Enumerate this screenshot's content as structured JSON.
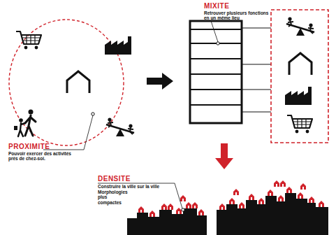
{
  "diagram": {
    "labels": [
      "MIXITE",
      "Retrouver plusieurs fonctions en un même lieu",
      "PROXIMITE",
      "Pouvoir exercer des activités près de chez-soi.",
      "DENSITE",
      "Construire la ville sur la ville",
      "Morphologies plus compactes"
    ]
  }
}
